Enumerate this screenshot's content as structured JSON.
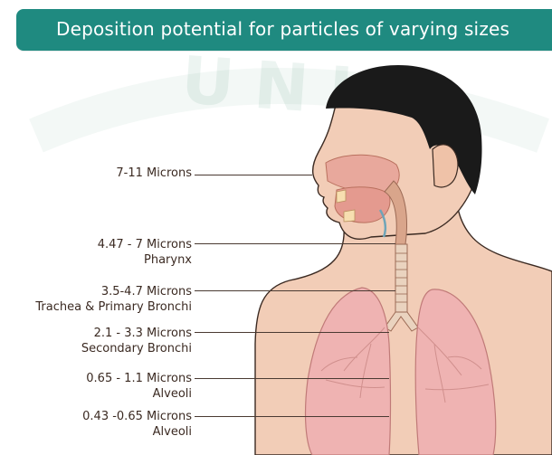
{
  "banner": {
    "title": "Deposition potential for particles of varying sizes"
  },
  "watermark": {
    "text": "UNIV"
  },
  "colors": {
    "banner": "#1f8a80",
    "skin": "#f2cdb7",
    "hair": "#1a1a1a",
    "lung": "#efb3b2",
    "airway": "#d9a58b"
  },
  "labels": [
    {
      "id": "nasal",
      "line1": "7-11 Microns",
      "line2": ""
    },
    {
      "id": "pharynx",
      "line1": "4.47 - 7 Microns",
      "line2": "Pharynx"
    },
    {
      "id": "trachea",
      "line1": "3.5-4.7 Microns",
      "line2": "Trachea & Primary Bronchi"
    },
    {
      "id": "secondary",
      "line1": "2.1 - 3.3 Microns",
      "line2": "Secondary Bronchi"
    },
    {
      "id": "alveoli-1",
      "line1": "0.65 - 1.1 Microns",
      "line2": "Alveoli"
    },
    {
      "id": "alveoli-2",
      "line1": "0.43 -0.65 Microns",
      "line2": "Alveoli"
    }
  ]
}
